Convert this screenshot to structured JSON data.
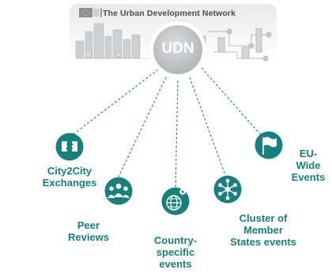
{
  "banner": {
    "title": "The Urban Development Network"
  },
  "hub": {
    "label": "UDN"
  },
  "nodes": [
    {
      "label_lines": [
        "City2City",
        "Exchanges"
      ],
      "icon": "exchange-icon"
    },
    {
      "label_lines": [
        "Peer",
        "Reviews"
      ],
      "icon": "people-group-icon"
    },
    {
      "label_lines": [
        "Country-",
        "specific",
        "events"
      ],
      "icon": "globe-pin-icon"
    },
    {
      "label_lines": [
        "Cluster of",
        "Member",
        "States events"
      ],
      "icon": "network-cluster-icon"
    },
    {
      "label_lines": [
        "EU-",
        "Wide",
        "Events"
      ],
      "icon": "flag-icon"
    }
  ],
  "colors": {
    "teal": "#17807c",
    "hub": "#bfc1c3",
    "dash": "#2e8e88"
  }
}
